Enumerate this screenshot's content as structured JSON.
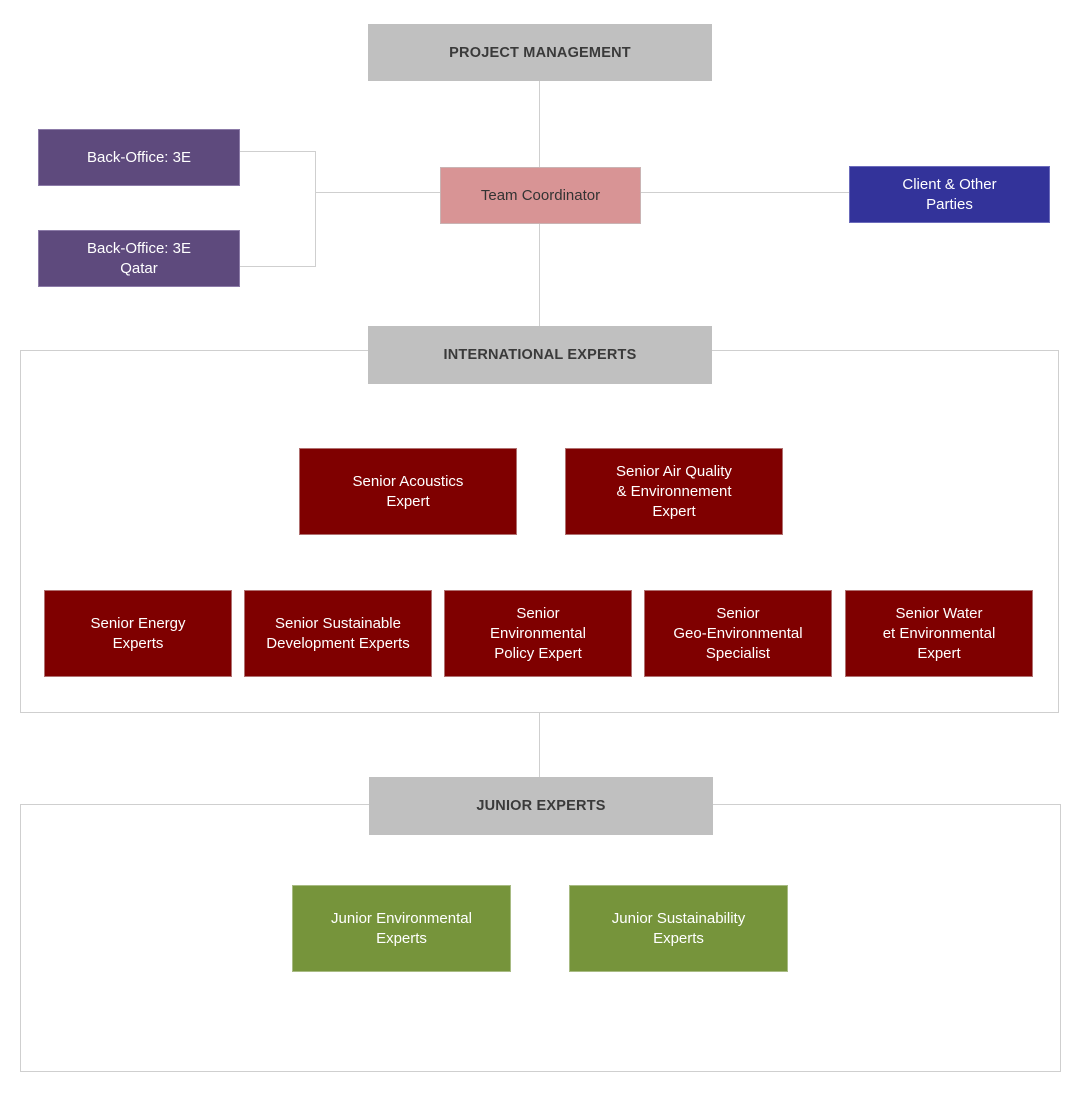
{
  "colors": {
    "header": "#c0c0c0",
    "back_office": "#5e4a7d",
    "coordinator": "#d89495",
    "client": "#33339a",
    "senior_expert": "#7f0000",
    "junior_expert": "#76943b",
    "connector": "#cfcfcf"
  },
  "project_management": {
    "label": "PROJECT MANAGEMENT"
  },
  "back_office": [
    {
      "label": "Back-Office: 3E"
    },
    {
      "label": "Back-Office: 3E\nQatar"
    }
  ],
  "team_coordinator": {
    "label": "Team Coordinator"
  },
  "client": {
    "label": "Client & Other\nParties"
  },
  "international_experts": {
    "label": "INTERNATIONAL EXPERTS",
    "experts": [
      {
        "label": "Senior Acoustics\nExpert"
      },
      {
        "label": "Senior Air Quality\n& Environnement\nExpert"
      },
      {
        "label": "Senior Energy\nExperts"
      },
      {
        "label": "Senior Sustainable\nDevelopment Experts"
      },
      {
        "label": "Senior\nEnvironmental\nPolicy Expert"
      },
      {
        "label": "Senior\nGeo-Environmental\nSpecialist"
      },
      {
        "label": "Senior Water\net Environmental\nExpert"
      }
    ]
  },
  "junior_experts": {
    "label": "JUNIOR EXPERTS",
    "experts": [
      {
        "label": "Junior Environmental\nExperts"
      },
      {
        "label": "Junior Sustainability\nExperts"
      }
    ]
  }
}
